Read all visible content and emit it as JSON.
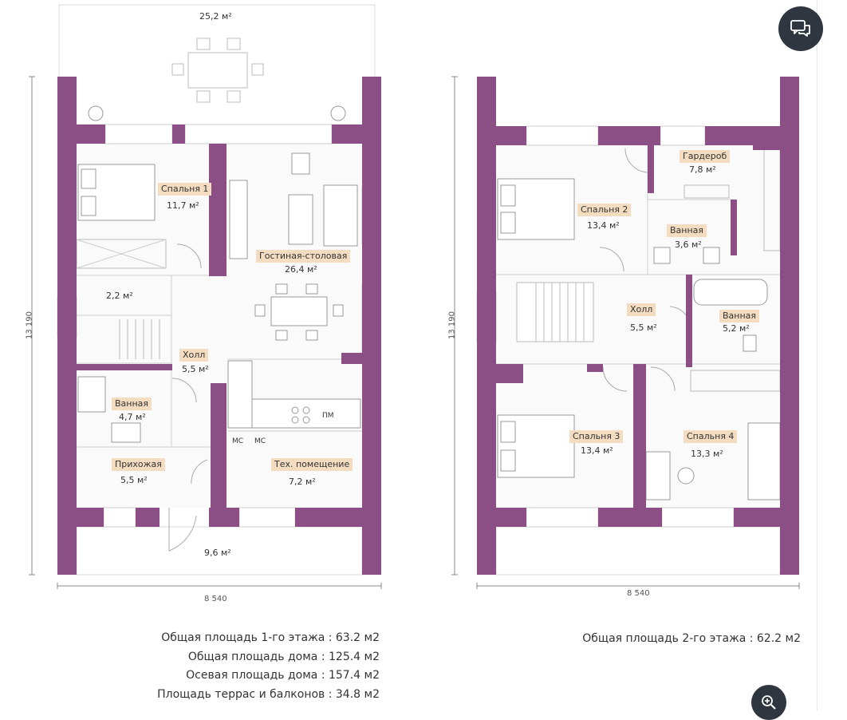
{
  "colors": {
    "wall": "#8b4f86",
    "tag_bg": "#f3dcc0",
    "fab": "#2f3640"
  },
  "floor1": {
    "terrace_top": "25,2 м²",
    "rooms": {
      "bedroom1_name": "Спальня 1",
      "bedroom1_area": "11,7 м²",
      "living_name": "Гостиная-столовая",
      "living_area": "26,4 м²",
      "storage_area": "2,2 м²",
      "hall_name": "Холл",
      "hall_area": "5,5 м²",
      "bath_name": "Ванная",
      "bath_area": "4,7 м²",
      "entry_name": "Прихожая",
      "entry_area": "5,5 м²",
      "tech_name": "Тех. помещение",
      "tech_area": "7,2 м²",
      "ms1": "МС",
      "ms2": "МС",
      "pm": "ПМ"
    },
    "terrace_bottom": "9,6 м²",
    "dim_width": "8 540",
    "dim_height": "13 190"
  },
  "floor2": {
    "rooms": {
      "bedroom2_name": "Спальня 2",
      "bedroom2_area": "13,4 м²",
      "wardrobe_name": "Гардероб",
      "wardrobe_area": "7,8 м²",
      "bath1_name": "Ванная",
      "bath1_area": "3,6 м²",
      "hall_name": "Холл",
      "hall_area": "5,5 м²",
      "bath2_name": "Ванная",
      "bath2_area": "5,2 м²",
      "bedroom3_name": "Спальня 3",
      "bedroom3_area": "13,4 м²",
      "bedroom4_name": "Спальня 4",
      "bedroom4_area": "13,3 м²"
    },
    "dim_width": "8 540",
    "dim_height": "13 190"
  },
  "summary": {
    "floor1_total": "Общая площадь 1-го этажа : 63.2 м2",
    "house_total": "Общая площадь дома : 125.4 м2",
    "axial_total": "Осевая площадь дома : 157.4 м2",
    "terraces_total": "Площадь террас и балконов : 34.8 м2",
    "floor2_total": "Общая площадь 2-го этажа : 62.2 м2"
  },
  "icons": {
    "chat": "chat-icon",
    "zoom": "zoom-in-icon"
  }
}
